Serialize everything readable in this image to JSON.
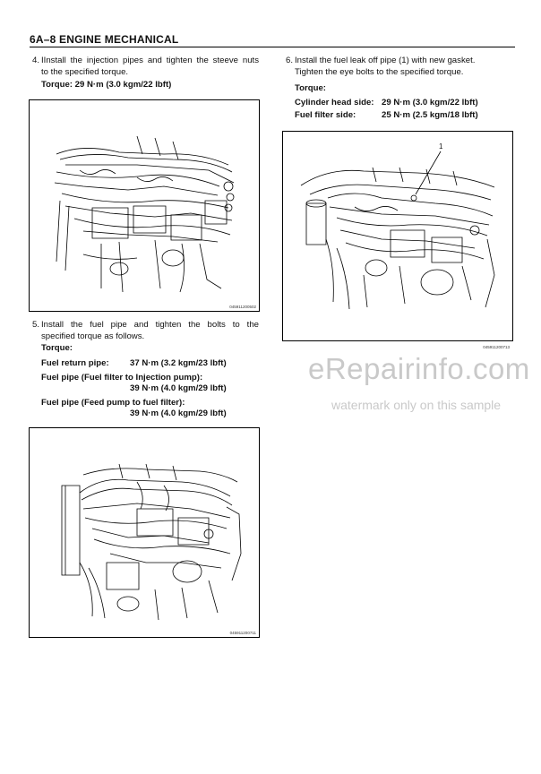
{
  "header": {
    "title": "6A–8   ENGINE MECHANICAL"
  },
  "step4": {
    "number": "4.",
    "line1": "IInstall the injection pipes and tighten the steeve nuts",
    "line2": "to the specified torque.",
    "torque": "Torque:  29 N·m (3.0 kgm/22 lbft)",
    "figure_code": "045911200502"
  },
  "step5": {
    "number": "5.",
    "line1": "Install the fuel pipe and tighten the bolts to the",
    "line2": "specified torque as follows.",
    "torque_label": "Torque:",
    "return_label": "Fuel return pipe:",
    "return_value": "37 N·m (3.2 kgm/23 lbft)",
    "filter_injection_label": "Fuel pipe (Fuel filter to Injection pump):",
    "filter_injection_value": "39 N·m (4.0 kgm/29 lbft)",
    "feed_filter_label": "Fuel pipe (Feed pump to fuel filter):",
    "feed_filter_value": "39 N·m (4.0 kgm/29 lbft)",
    "figure_code": "045911200711"
  },
  "step6": {
    "number": "6.",
    "line1": "Install the fuel leak off pipe (1) with new gasket.",
    "line2": "Tighten the eye bolts to the specified torque.",
    "torque_label": "Torque:",
    "cyl_label": "Cylinder head side:",
    "cyl_value": "29 N·m (3.0 kgm/22 lbft)",
    "filter_label": "Fuel filter side:",
    "filter_value": "25 N·m (2.5 kgm/18 lbft)",
    "callout": "1",
    "figure_code": "045911200713"
  },
  "watermark": {
    "brand": "eRepairinfo.com",
    "note": "watermark only on this sample"
  }
}
